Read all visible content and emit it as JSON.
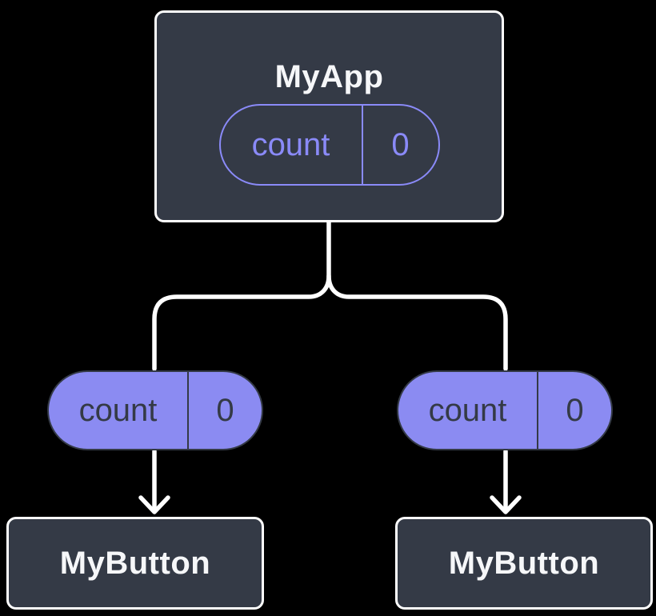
{
  "diagram": {
    "description": "React component tree: parent state passed as props to children",
    "colors": {
      "bg": "#000000",
      "card": "#343A46",
      "card_border": "#FFFFFF",
      "purple": "#8A8AF8",
      "purple_fill": "#8B8BF2",
      "dark_text": "#343A46",
      "line": "#FFFFFF",
      "title_text": "#F6F7F9"
    },
    "parent": {
      "title": "MyApp",
      "state": {
        "name": "count",
        "value": "0"
      }
    },
    "children": [
      {
        "title": "MyButton",
        "prop": {
          "name": "count",
          "value": "0"
        }
      },
      {
        "title": "MyButton",
        "prop": {
          "name": "count",
          "value": "0"
        }
      }
    ]
  }
}
